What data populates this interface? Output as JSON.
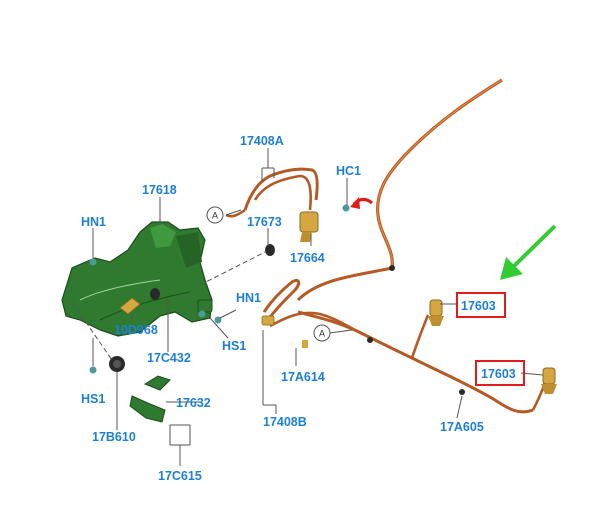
{
  "colors": {
    "label_text": "#1e7fd6",
    "highlight_box": "#e21b1b",
    "pointer_arrow_green": "#33cc33",
    "pointer_arrow_red": "#e21b1b",
    "pipe": "#c8642a",
    "reservoir": "#2f7a2f",
    "valve": "#d6a640"
  },
  "labels": {
    "l_17408A": "17408A",
    "l_HC1": "HC1",
    "l_17618": "17618",
    "l_HN1_top": "HN1",
    "l_17673": "17673",
    "l_17664": "17664",
    "l_HN1_mid": "HN1",
    "l_10D968": "10D968",
    "l_HS1_mid": "HS1",
    "l_17C432": "17C432",
    "l_17603_a": "17603",
    "l_17603_b": "17603",
    "l_17A614": "17A614",
    "l_HS1_low": "HS1",
    "l_17632": "17632",
    "l_17408B": "17408B",
    "l_17B610": "17B610",
    "l_17A605": "17A605",
    "l_17C615": "17C615"
  },
  "callouts": {
    "ref_a_upper": "A",
    "ref_a_lower": "A"
  },
  "highlighted_labels": [
    "17603",
    "17603"
  ],
  "icons": [
    "green-pointer-arrow-icon",
    "red-pointer-arrow-icon"
  ]
}
